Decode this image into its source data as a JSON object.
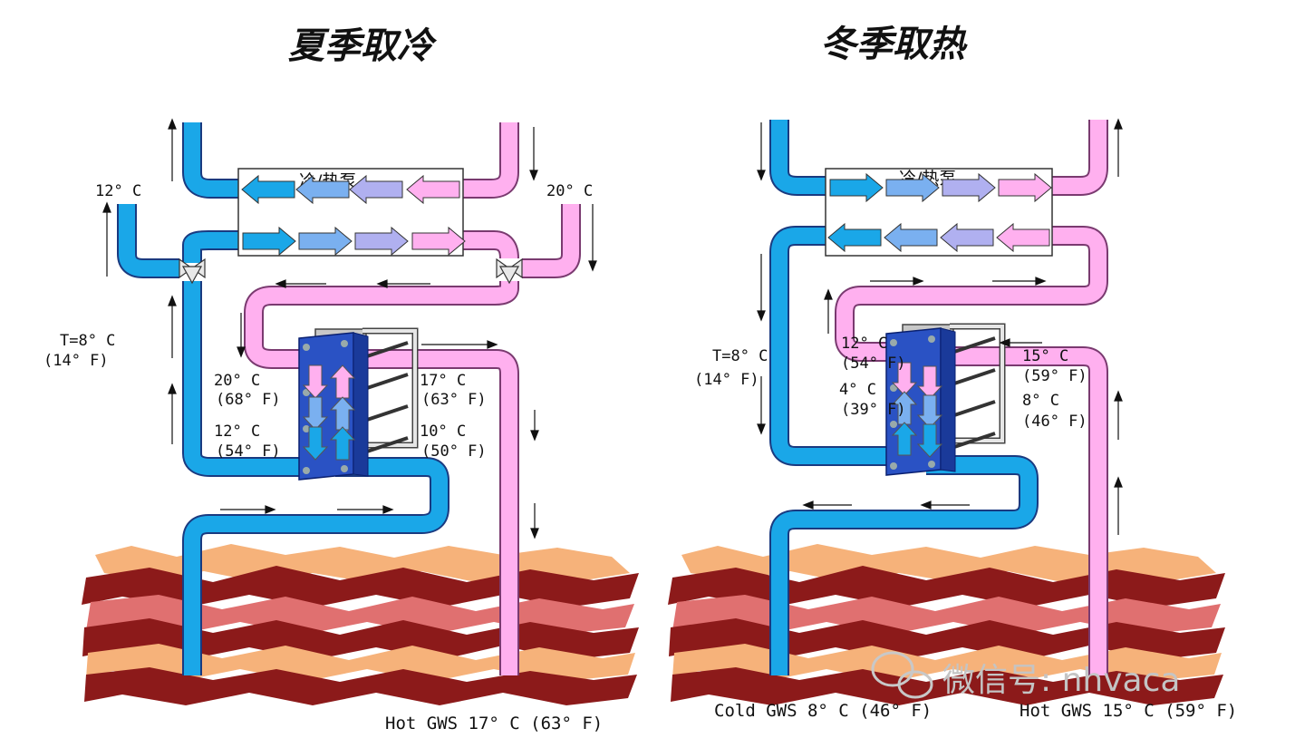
{
  "summer": {
    "title": "夏季取冷",
    "pump_label": "冷/热泵",
    "temp_supply": "12° C",
    "temp_return": "20° C",
    "t_label": "T=8° C",
    "t_label_f": "(14° F)",
    "hx_left_top_c": "20° C",
    "hx_left_top_f": "(68° F)",
    "hx_left_bot_c": "12° C",
    "hx_left_bot_f": "(54° F)",
    "hx_right_top_c": "17° C",
    "hx_right_top_f": "(63° F)",
    "hx_right_bot_c": "10° C",
    "hx_right_bot_f": "(50° F)",
    "bottom_label": "Hot GWS 17° C (63° F)"
  },
  "winter": {
    "title": "冬季取热",
    "pump_label": "冷/热泵",
    "t_label": "T=8° C",
    "t_label_f": "(14° F)",
    "hx_left_top_c": "12° C",
    "hx_left_top_f": "(54° F)",
    "hx_left_bot_c": "4° C",
    "hx_left_bot_f": "(39° F)",
    "hx_right_top_c": "15° C",
    "hx_right_top_f": "(59° F)",
    "hx_right_bot_c": "8° C",
    "hx_right_bot_f": "(46° F)",
    "bottom_cold": "Cold GWS 8° C (46° F)",
    "bottom_hot": "Hot GWS 15° C (59° F)"
  },
  "watermark": "微信号: nhvaca",
  "colors": {
    "blue_pipe": "#1aa7e8",
    "pink_pipe": "#ffb0ef",
    "hx_body": "#2a52c4",
    "earth_dark": "#8c1a1a",
    "earth_mid": "#e07070",
    "earth_light": "#f6b27a"
  }
}
